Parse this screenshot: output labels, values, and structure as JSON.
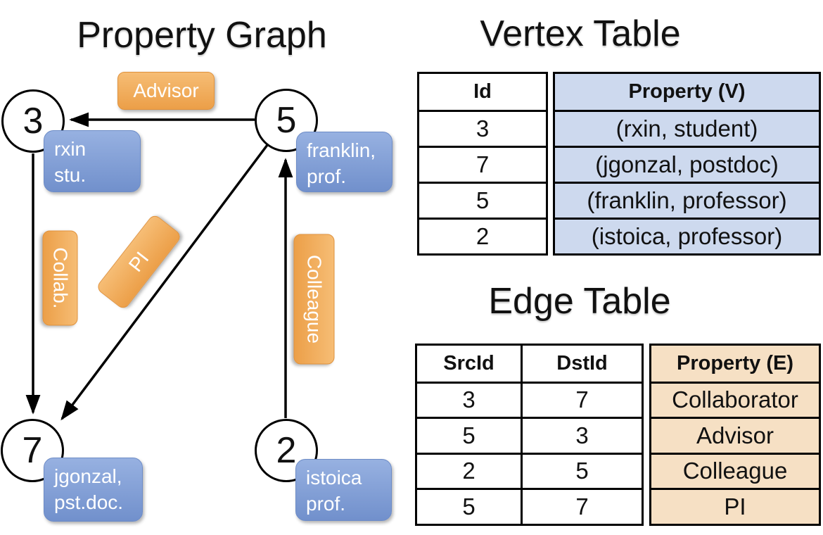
{
  "titles": {
    "graph": "Property Graph",
    "vertex_table": "Vertex Table",
    "edge_table": "Edge Table"
  },
  "graph": {
    "nodes": [
      {
        "id": "3",
        "prop_line1": "rxin",
        "prop_line2": "stu."
      },
      {
        "id": "5",
        "prop_line1": "franklin,",
        "prop_line2": "prof."
      },
      {
        "id": "7",
        "prop_line1": "jgonzal,",
        "prop_line2": "pst.doc."
      },
      {
        "id": "2",
        "prop_line1": "istoica",
        "prop_line2": "prof."
      }
    ],
    "edge_labels": [
      {
        "label": "Advisor"
      },
      {
        "label": "Collab."
      },
      {
        "label": "PI"
      },
      {
        "label": "Colleague"
      }
    ]
  },
  "vertex_table": {
    "headers": {
      "id": "Id",
      "property": "Property (V)"
    },
    "rows": [
      {
        "id": "3",
        "property": "(rxin, student)"
      },
      {
        "id": "7",
        "property": "(jgonzal, postdoc)"
      },
      {
        "id": "5",
        "property": "(franklin, professor)"
      },
      {
        "id": "2",
        "property": "(istoica, professor)"
      }
    ]
  },
  "edge_table": {
    "headers": {
      "src": "SrcId",
      "dst": "DstId",
      "property": "Property (E)"
    },
    "rows": [
      {
        "src": "3",
        "dst": "7",
        "property": "Collaborator"
      },
      {
        "src": "5",
        "dst": "3",
        "property": "Advisor"
      },
      {
        "src": "2",
        "dst": "5",
        "property": "Colleague"
      },
      {
        "src": "5",
        "dst": "7",
        "property": "PI"
      }
    ]
  },
  "colors": {
    "orange_light": "#f6bd75",
    "orange_dark": "#ec9f48",
    "orange_border": "#e0923d",
    "blue_light": "#97b1e1",
    "blue_dark": "#7190cc",
    "blue_border": "#6d8cc7",
    "vertex_cell": "#cdd9ee",
    "edge_cell": "#f6e0c4",
    "edge_line": "#000000"
  }
}
